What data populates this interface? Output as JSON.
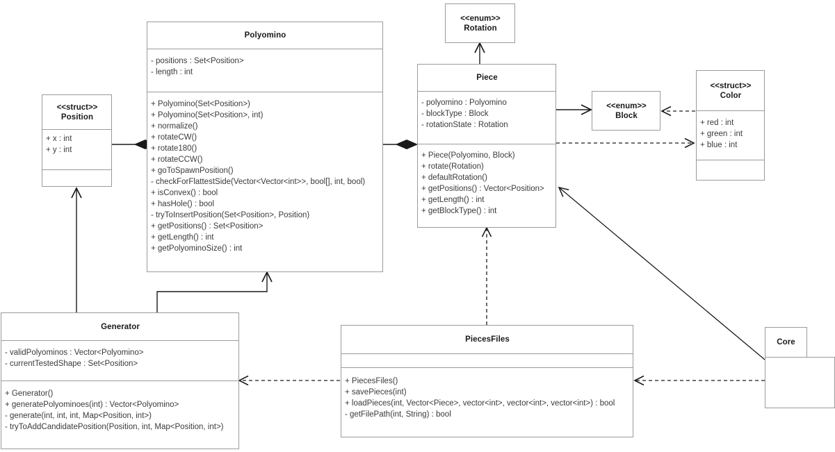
{
  "diagram": {
    "type": "uml-class-diagram",
    "background": "#ffffff",
    "line_color": "#000000",
    "box_border_color": "#9a9a9a"
  },
  "classes": {
    "position": {
      "stereotype": "<<struct>>",
      "name": "Position",
      "attributes": [
        "+ x : int",
        "+ y : int"
      ],
      "methods": []
    },
    "polyomino": {
      "stereotype": "",
      "name": "Polyomino",
      "attributes": [
        "- positions : Set<Position>",
        "- length : int"
      ],
      "methods": [
        "+ Polyomino(Set<Position>)",
        "+ Polyomino(Set<Position>, int)",
        "+ normalize()",
        "+ rotateCW()",
        "+ rotate180()",
        "+ rotateCCW()",
        "+ goToSpawnPosition()",
        "- checkForFlattestSide(Vector<Vector<int>>, bool[], int, bool)",
        "+ isConvex() : bool",
        "+ hasHole() : bool",
        "- tryToInsertPosition(Set<Position>, Position)",
        "+ getPositions() : Set<Position>",
        "+ getLength() : int",
        "+ getPolyominoSize() : int"
      ]
    },
    "rotation": {
      "stereotype": "<<enum>>",
      "name": "Rotation",
      "attributes": [],
      "methods": []
    },
    "piece": {
      "stereotype": "",
      "name": "Piece",
      "attributes": [
        "- polyomino : Polyomino",
        "- blockType : Block",
        "- rotationState : Rotation"
      ],
      "methods": [
        "+ Piece(Polyomino, Block)",
        "+ rotate(Rotation)",
        "+ defaultRotation()",
        "+ getPositions() : Vector<Position>",
        "+ getLength() : int",
        "+ getBlockType() : int"
      ]
    },
    "block": {
      "stereotype": "<<enum>>",
      "name": "Block",
      "attributes": [],
      "methods": []
    },
    "color": {
      "stereotype": "<<struct>>",
      "name": "Color",
      "attributes": [
        "+ red : int",
        "+ green : int",
        "+ blue : int"
      ],
      "methods": []
    },
    "generator": {
      "stereotype": "",
      "name": "Generator",
      "attributes": [
        "- validPolyominos : Vector<Polyomino>",
        "- currentTestedShape : Set<Position>"
      ],
      "methods": [
        "+ Generator()",
        "+ generatePolyominoes(int) : Vector<Polyomino>",
        "- generate(int, int, int, Map<Position, int>)",
        "- tryToAddCandidatePosition(Position, int, Map<Position, int>)"
      ]
    },
    "piecesfiles": {
      "stereotype": "",
      "name": "PiecesFiles",
      "attributes": [],
      "methods": [
        "+ PiecesFiles()",
        "+ savePieces(int)",
        "+ loadPieces(int, Vector<Piece>, vector<int>, vector<int>, vector<int>) : bool",
        "- getFilePath(int, String) : bool"
      ]
    },
    "core": {
      "stereotype": "",
      "name": "Core",
      "attributes": [],
      "methods": []
    }
  },
  "relationships": [
    {
      "name": "position-to-polyomino",
      "kind": "composition",
      "from": "Position",
      "to": "Polyomino",
      "style": "solid",
      "end_marker": "filled-diamond"
    },
    {
      "name": "polyomino-to-piece",
      "kind": "composition",
      "from": "Polyomino",
      "to": "Piece",
      "style": "solid",
      "end_marker": "filled-diamond"
    },
    {
      "name": "piece-to-rotation",
      "kind": "association",
      "from": "Piece",
      "to": "Rotation",
      "style": "solid",
      "end_marker": "open-arrow"
    },
    {
      "name": "piece-to-block",
      "kind": "association",
      "from": "Piece",
      "to": "Block",
      "style": "solid",
      "end_marker": "open-arrow"
    },
    {
      "name": "color-to-block",
      "kind": "dependency",
      "from": "Color",
      "to": "Block",
      "style": "dashed",
      "end_marker": "open-arrow"
    },
    {
      "name": "piece-to-color",
      "kind": "dependency",
      "from": "Piece",
      "to": "Color",
      "style": "dashed",
      "end_marker": "open-arrow"
    },
    {
      "name": "generator-to-position",
      "kind": "association",
      "from": "Generator",
      "to": "Position",
      "style": "solid",
      "end_marker": "open-arrow"
    },
    {
      "name": "generator-to-polyomino",
      "kind": "association",
      "from": "Generator",
      "to": "Polyomino",
      "style": "solid",
      "end_marker": "open-arrow"
    },
    {
      "name": "piecesfiles-to-piece",
      "kind": "dependency",
      "from": "PiecesFiles",
      "to": "Piece",
      "style": "dashed",
      "end_marker": "open-arrow"
    },
    {
      "name": "piecesfiles-to-generator",
      "kind": "dependency",
      "from": "PiecesFiles",
      "to": "Generator",
      "style": "dashed",
      "end_marker": "open-arrow"
    },
    {
      "name": "core-to-piecesfiles",
      "kind": "dependency",
      "from": "Core",
      "to": "PiecesFiles",
      "style": "dashed",
      "end_marker": "open-arrow"
    },
    {
      "name": "core-to-piece",
      "kind": "association",
      "from": "Core",
      "to": "Piece",
      "style": "solid",
      "end_marker": "open-arrow"
    }
  ]
}
